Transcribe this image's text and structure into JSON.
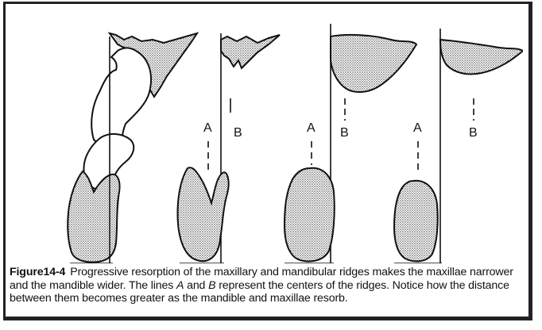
{
  "figure": {
    "label": "Figure14-4",
    "stages": [
      {
        "line_a_label": "",
        "line_b_label": ""
      },
      {
        "line_a_label": "A",
        "line_b_label": "B"
      },
      {
        "line_a_label": "A",
        "line_b_label": "B"
      },
      {
        "line_a_label": "A",
        "line_b_label": "B"
      }
    ],
    "caption": {
      "part1": "Progressive resorption of the maxillary and mandibular ridges makes the maxillae narrower and the mandible wider. The lines ",
      "a": "A",
      "part2": " and ",
      "b": "B",
      "part3": " represent the centers of the ridges. Notice how the distance between them becomes greater as the mandible and maxillae resorb."
    }
  }
}
